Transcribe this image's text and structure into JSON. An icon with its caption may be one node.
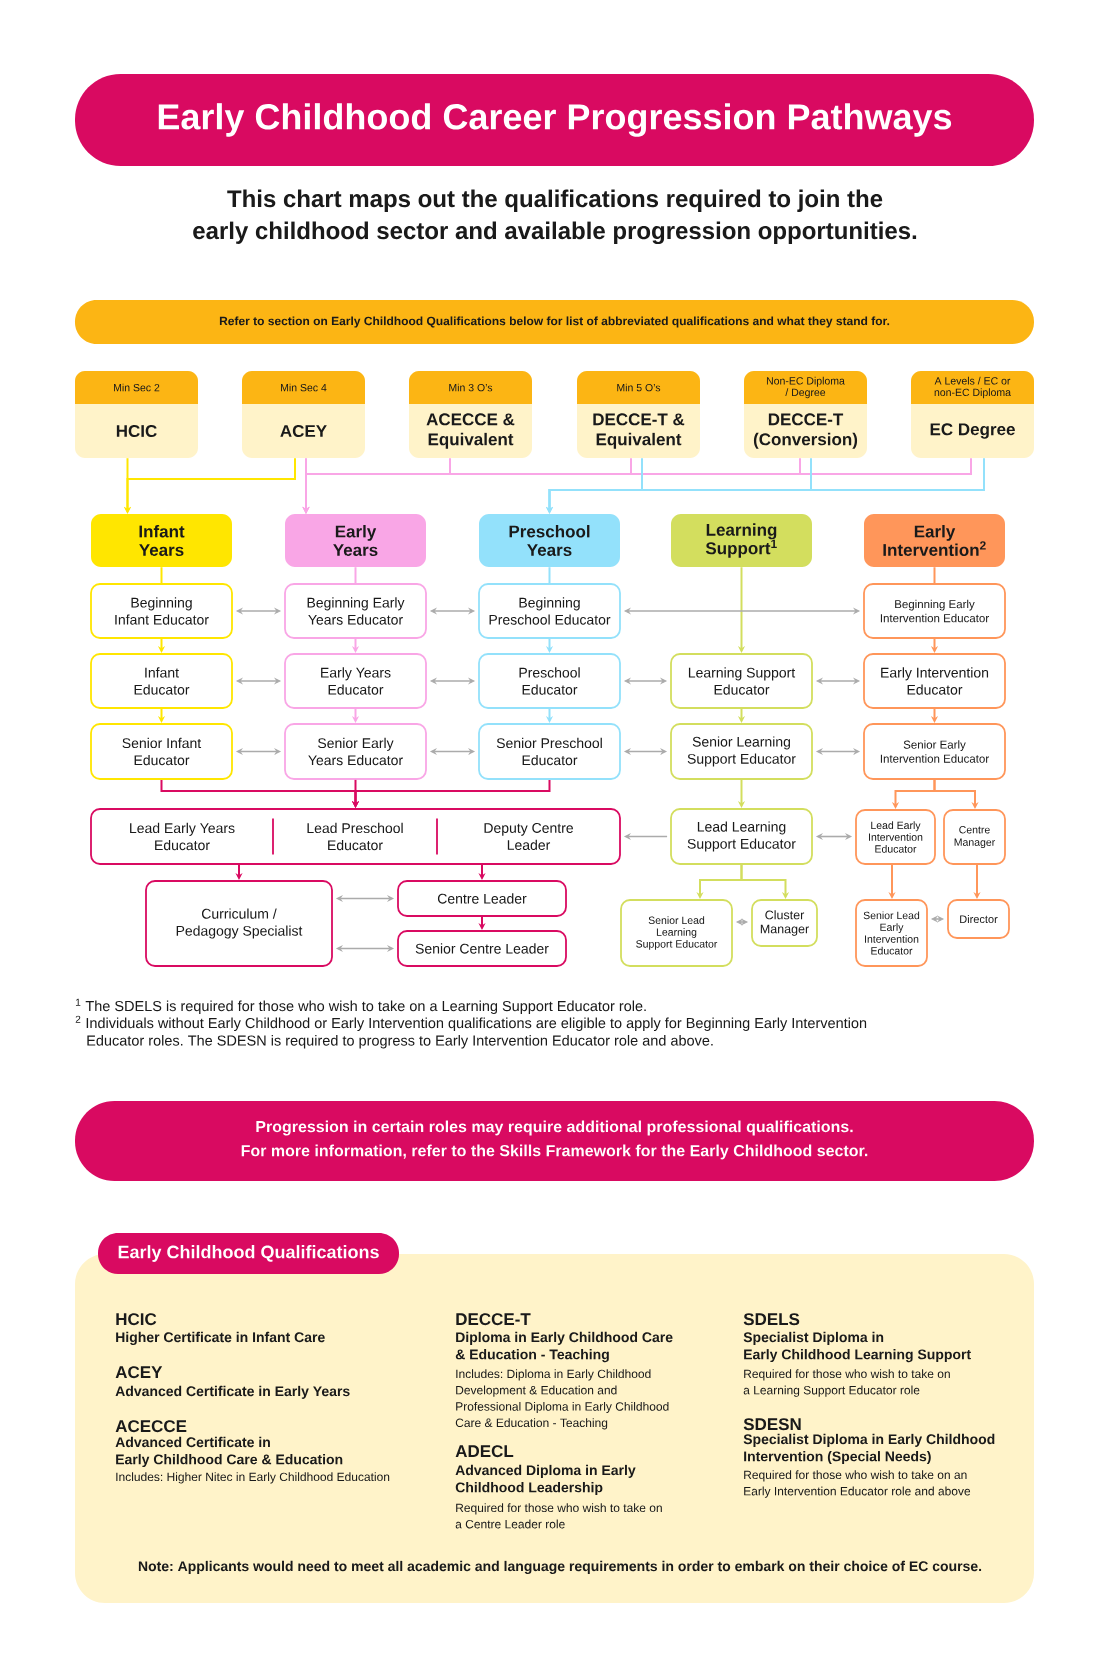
{
  "diagram": {
    "nodes": [
      {
        "text": [
          "Early Childhood Career Progression Pathways"
        ]
      },
      {
        "text": [
          "Refer to section on Early Childhood Qualifications below for list of abbreviated qualifications and what they stand for."
        ]
      },
      {
        "text": [
          "Min Sec 2",
          "HCIC"
        ]
      },
      {
        "text": [
          "Min Sec 4",
          "ACEY"
        ]
      },
      {
        "text": [
          "Min 3 O’s",
          "ACECCE & Equivalent"
        ]
      },
      {
        "text": [
          "Min 5 O’s",
          "DECCE-T & Equivalent"
        ]
      },
      {
        "text": [
          "Non-EC Diploma / Degree",
          "DECCE-T (Conversion)"
        ]
      },
      {
        "text": [
          "A Levels / EC or non-EC Diploma",
          "EC Degree"
        ]
      },
      {
        "text": [
          "Infant Years"
        ]
      },
      {
        "text": [
          "Early Years"
        ]
      },
      {
        "text": [
          "Preschool Years"
        ]
      },
      {
        "text": [
          "Learning Support$^{1}$"
        ]
      },
      {
        "text": [
          "Early Intervention$^{2}$"
        ]
      },
      {
        "text": [
          "Beginning Infant Educator"
        ]
      },
      {
        "text": [
          "Beginning Early Years Educator"
        ]
      },
      {
        "text": [
          "Beginning Preschool Educator"
        ]
      },
      {
        "text": [
          "Beginning Early Intervention Educator"
        ]
      },
      {
        "text": [
          "Infant Educator"
        ]
      },
      {
        "text": [
          "Early Years Educator"
        ]
      },
      {
        "text": [
          "Preschool Educator"
        ]
      },
      {
        "text": [
          "Learning Support Educator"
        ]
      },
      {
        "text": [
          "Early Intervention Educator"
        ]
      },
      {
        "text": [
          "Senior Infant Educator"
        ]
      },
      {
        "text": [
          "Senior Early Years Educator"
        ]
      },
      {
        "text": [
          "Senior Preschool Educator"
        ]
      },
      {
        "text": [
          "Senior Learning Support Educator"
        ]
      },
      {
        "text": [
          "Senior Early Intervention Educator"
        ]
      },
      {
        "text": [
          "Lead Early Years Educator",
          "Lead Preschool Educator",
          "Deputy Centre Leader"
        ]
      },
      {
        "text": [
          "Lead Learning Support Educator"
        ]
      },
      {
        "text": [
          "Lead Early Intervention Educator"
        ]
      },
      {
        "text": [
          "Centre Manager"
        ]
      },
      {
        "text": [
          "Curriculum / Pedagogy Specialist"
        ]
      },
      {
        "text": [
          "Centre Leader"
        ]
      },
      {
        "text": [
          "Senior Centre Leader"
        ]
      },
      {
        "text": [
          "Senior Lead Learning Support Educator"
        ]
      },
      {
        "text": [
          "Cluster Manager"
        ]
      },
      {
        "text": [
          "Senior Lead Early Intervention Educator"
        ]
      },
      {
        "text": [
          "Director"
        ]
      },
      {
        "text": [
          "Progression in certain roles may require additional professional qualifications.",
          "For more information, refer to the Skills Framework for the Early Childhood sector."
        ]
      },
      {
        "text": [
          "Early Childhood Qualifications"
        ]
      },
      {
        "text": [
          "HCIC",
          "Higher Certificate in Infant Care",
          "ACEY",
          "Advanced Certificate in Early Years",
          "ACECCE",
          "Advanced Certificate in Early Childhood Care & Education",
          "Includes: Higher Nitec in Early Childhood Education",
          "DECCE-T",
          "Diploma in Early Childhood Care & Education - Teaching",
          "Includes: Diploma in Early Childhood Development & Education and Professional Diploma in Early Childhood Care & Education - Teaching",
          "ADECL",
          "Advanced Diploma in Early Childhood Leadership",
          "Required for those who wish to take on a Centre Leader role",
          "SDELS",
          "Specialist Diploma in Early Childhood Learning Support",
          "Required for those who wish to take on a Learning Support Educator role",
          "SDESN",
          "Specialist Diploma in Early Childhood Intervention (Special Needs)",
          "Required for those who wish to take on an Early Intervention Educator role and above",
          "Note: Applicants would need to meet all academic and language requirements in order to embark on their choice of EC course."
        ]
      }
    ],
    "edges": [
      {
        "from": 2,
        "to": 8,
        "arrow": "to",
        "color": "#ffe600"
      },
      {
        "from": 3,
        "to": 8,
        "arrow": "to",
        "color": "#ffe600"
      },
      {
        "from": 3,
        "to": 9,
        "arrow": "to",
        "color": "#f9a6e6"
      },
      {
        "from": 4,
        "to": 9,
        "arrow": "to",
        "color": "#f9a6e6"
      },
      {
        "from": 5,
        "to": 9,
        "arrow": "to",
        "color": "#f9a6e6"
      },
      {
        "from": 6,
        "to": 9,
        "arrow": "to",
        "color": "#f9a6e6"
      },
      {
        "from": 7,
        "to": 9,
        "arrow": "to",
        "color": "#f9a6e6"
      },
      {
        "from": 5,
        "to": 10,
        "arrow": "to",
        "color": "#93e1fb"
      },
      {
        "from": 6,
        "to": 10,
        "arrow": "to",
        "color": "#93e1fb"
      },
      {
        "from": 7,
        "to": 10,
        "arrow": "to",
        "color": "#93e1fb"
      },
      {
        "from": 8,
        "to": 13,
        "arrow": "none",
        "color": "#ffe600"
      },
      {
        "from": 9,
        "to": 14,
        "arrow": "none",
        "color": "#f9a6e6"
      },
      {
        "from": 10,
        "to": 15,
        "arrow": "none",
        "color": "#93e1fb"
      },
      {
        "from": 11,
        "to": 20,
        "arrow": "to",
        "color": "#d3de5e"
      },
      {
        "from": 12,
        "to": 16,
        "arrow": "none",
        "color": "#ff965a"
      },
      {
        "from": 13,
        "to": 17,
        "arrow": "to",
        "color": "#ffe600"
      },
      {
        "from": 14,
        "to": 18,
        "arrow": "to",
        "color": "#f9a6e6"
      },
      {
        "from": 15,
        "to": 19,
        "arrow": "to",
        "color": "#93e1fb"
      },
      {
        "from": 16,
        "to": 21,
        "arrow": "to",
        "color": "#ff965a"
      },
      {
        "from": 17,
        "to": 22,
        "arrow": "to",
        "color": "#ffe600"
      },
      {
        "from": 18,
        "to": 23,
        "arrow": "to",
        "color": "#f9a6e6"
      },
      {
        "from": 19,
        "to": 24,
        "arrow": "to",
        "color": "#93e1fb"
      },
      {
        "from": 20,
        "to": 25,
        "arrow": "to",
        "color": "#d3de5e"
      },
      {
        "from": 21,
        "to": 26,
        "arrow": "to",
        "color": "#ff965a"
      },
      {
        "from": 13,
        "to": 14,
        "arrow": "both"
      },
      {
        "from": 14,
        "to": 15,
        "arrow": "both"
      },
      {
        "from": 15,
        "to": 16,
        "arrow": "both"
      },
      {
        "from": 17,
        "to": 18,
        "arrow": "both"
      },
      {
        "from": 18,
        "to": 19,
        "arrow": "both"
      },
      {
        "from": 19,
        "to": 20,
        "arrow": "both"
      },
      {
        "from": 20,
        "to": 21,
        "arrow": "both"
      },
      {
        "from": 22,
        "to": 23,
        "arrow": "both"
      },
      {
        "from": 23,
        "to": 24,
        "arrow": "both"
      },
      {
        "from": 24,
        "to": 25,
        "arrow": "both"
      },
      {
        "from": 25,
        "to": 26,
        "arrow": "both"
      },
      {
        "from": 22,
        "to": 27,
        "arrow": "to",
        "color": "#d90a61"
      },
      {
        "from": 23,
        "to": 27,
        "arrow": "to",
        "color": "#d90a61"
      },
      {
        "from": 24,
        "to": 27,
        "arrow": "to",
        "color": "#d90a61"
      },
      {
        "from": 27,
        "to": 31,
        "arrow": "to",
        "color": "#d90a61"
      },
      {
        "from": 27,
        "to": 32,
        "arrow": "to",
        "color": "#d90a61"
      },
      {
        "from": 32,
        "to": 33,
        "arrow": "to",
        "color": "#d90a61"
      },
      {
        "from": 31,
        "to": 32,
        "arrow": "both"
      },
      {
        "from": 31,
        "to": 33,
        "arrow": "both"
      },
      {
        "from": 25,
        "to": 28,
        "arrow": "to",
        "color": "#d3de5e"
      },
      {
        "from": 28,
        "to": 27,
        "arrow": "to"
      },
      {
        "from": 28,
        "to": 29,
        "arrow": "both"
      },
      {
        "from": 28,
        "to": 34,
        "arrow": "to",
        "color": "#d3de5e"
      },
      {
        "from": 28,
        "to": 35,
        "arrow": "to",
        "color": "#d3de5e"
      },
      {
        "from": 34,
        "to": 35,
        "arrow": "both"
      },
      {
        "from": 26,
        "to": 29,
        "arrow": "to",
        "color": "#ff965a"
      },
      {
        "from": 26,
        "to": 30,
        "arrow": "to",
        "color": "#ff965a"
      },
      {
        "from": 29,
        "to": 36,
        "arrow": "to",
        "color": "#ff965a"
      },
      {
        "from": 30,
        "to": 37,
        "arrow": "to",
        "color": "#ff965a"
      },
      {
        "from": 36,
        "to": 37,
        "arrow": "both"
      }
    ],
    "labels": [
      "This chart maps out the qualifications required to join the early childhood sector and available progression opportunities.",
      "$^{1}$ The SDELS is required for those who wish to take on a Learning Support Educator role.",
      "$^{2}$ Individuals without Early Childhood or Early Intervention qualifications are eligible to apply for Beginning Early Intervention Educator roles. The SDESN is required to progress to Early Intervention Educator role and above."
    ]
  }
}
